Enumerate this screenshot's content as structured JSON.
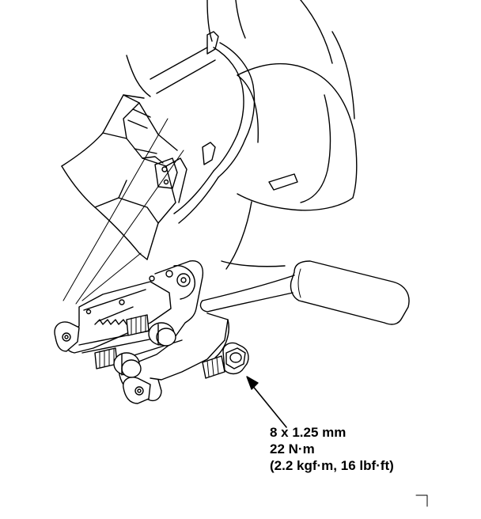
{
  "callout": {
    "bolt_size": "8 x 1.25 mm",
    "torque_nm": "22 N·m",
    "torque_alt": "(2.2 kgf·m, 16 lbf·ft)"
  },
  "colors": {
    "line": "#000000",
    "background": "#ffffff",
    "shade": "#cfcfcf"
  }
}
